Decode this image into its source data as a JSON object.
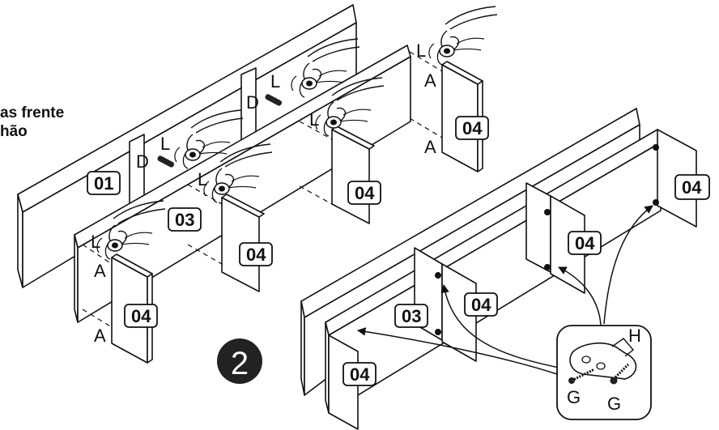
{
  "instruction": {
    "line1": "as frente",
    "line2": "hão"
  },
  "step_number": "2",
  "part_labels": {
    "p01": "01",
    "p03a": "03",
    "p03b": "03",
    "p04": "04"
  },
  "hardware_labels": {
    "L": "L",
    "A": "A",
    "D": "D",
    "G": "G",
    "H": "H"
  },
  "icons": [
    "hand-screwdriver-icon",
    "screw-icon",
    "bracket-icon"
  ],
  "colors": {
    "line": "#111111",
    "panel": "#ffffff",
    "badge": "#222222"
  }
}
